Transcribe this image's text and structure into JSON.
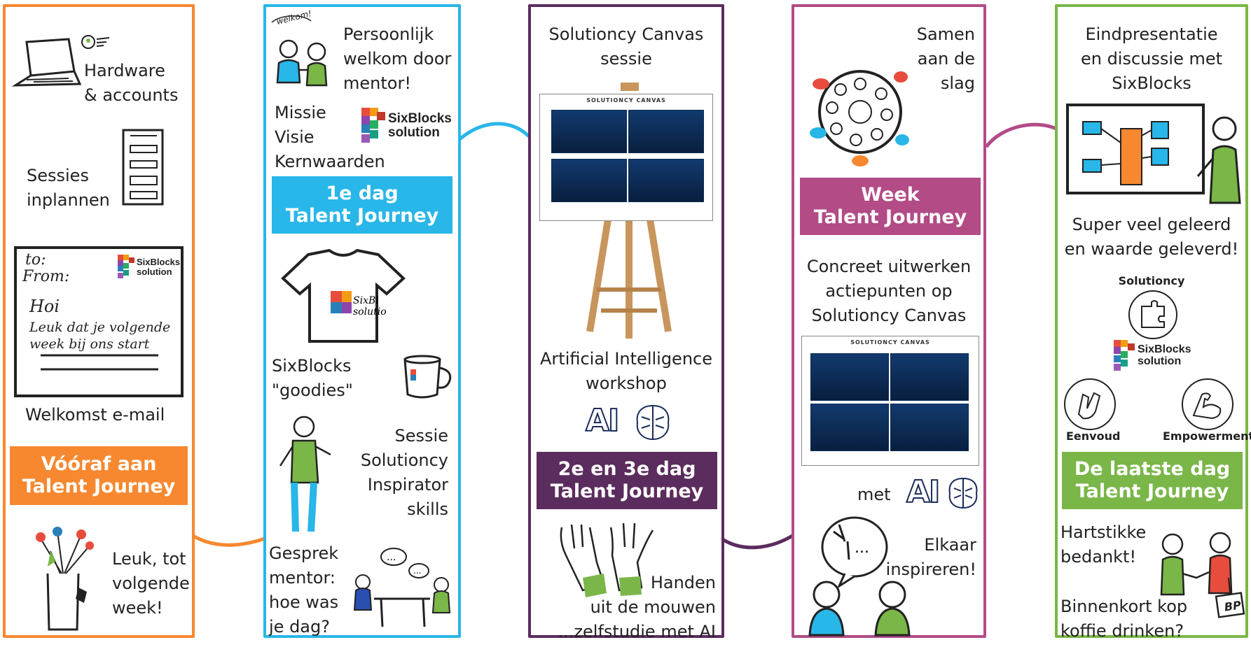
{
  "colors": {
    "orange": "#f7882f",
    "blue": "#29b6e8",
    "purple": "#5b2c5e",
    "pink": "#b24b86",
    "green": "#7ab648"
  },
  "panel1": {
    "hardware": "Hardware\n& accounts",
    "sessies": "Sessies\ninplannen",
    "email_to": "to:",
    "email_from": "From:",
    "email_hoi": "Hoi",
    "email_line1": "Leuk dat je volgende",
    "email_line2": "week bij ons start",
    "welkomst": "Welkomst e-mail",
    "banner": "Vóóraf aan\nTalent Journey",
    "leuk": "Leuk, tot\nvolgende\nweek!"
  },
  "panel2": {
    "welkom_bubble": "welkom!",
    "persoonlijk": "Persoonlijk\nwelkom door\nmentor!",
    "missie": "Missie\nVisie\nKernwaarden",
    "banner": "1e dag\nTalent Journey",
    "goodies": "SixBlocks\n\"goodies\"",
    "sessie": "Sessie\nSolutioncy\nInspirator\nskills",
    "gesprek": "Gesprek\nmentor:\nhoe was\nje dag?"
  },
  "panel3": {
    "title": "Solutioncy Canvas\nsessie",
    "canvas_header": "SOLUTIONCY CANVAS",
    "ai_workshop": "Artificial Intelligence\nworkshop",
    "ai_logo": "AI",
    "banner": "2e en 3e dag\nTalent Journey",
    "handen": "Handen\nuit de mouwen\n...zelfstudie met AI"
  },
  "panel4": {
    "samen": "Samen\naan de\nslag",
    "banner": "Week\nTalent Journey",
    "concreet": "Concreet uitwerken\nactiepunten op\nSolutioncy Canvas",
    "canvas_header": "SOLUTIONCY CANVAS",
    "met": "met",
    "ai_logo": "AI",
    "elkaar": "Elkaar\ninspireren!"
  },
  "panel5": {
    "eind": "Eindpresentatie\nen discussie met\nSixBlocks",
    "super": "Super veel geleerd\nen waarde geleverd!",
    "solutioncy": "Solutioncy",
    "eenvoud": "Eenvoud",
    "empowerment": "Empowerment",
    "banner": "De laatste dag\nTalent Journey",
    "hartstikke": "Hartstikke\nbedankt!",
    "binnenkort": "Binnenkort kop\nkoffie drinken?",
    "bp": "BP"
  },
  "logo": {
    "line1": "SixBlocks",
    "line2": "solution"
  }
}
